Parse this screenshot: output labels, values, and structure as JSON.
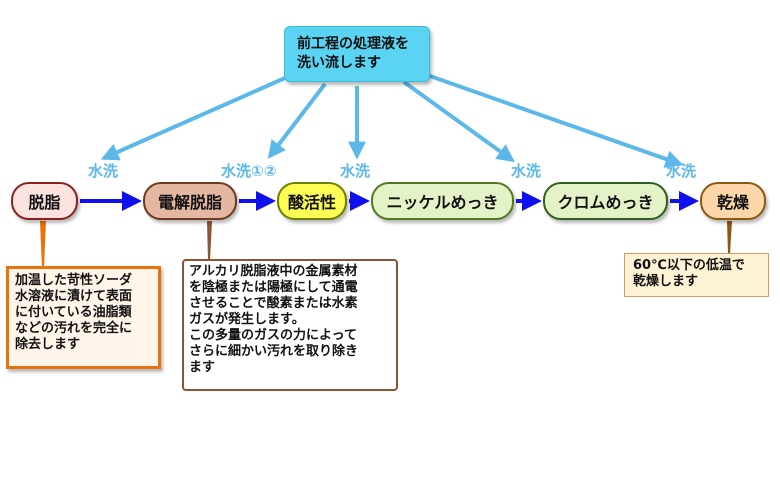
{
  "top_box": {
    "line1": "前工程の処理液を",
    "line2": "洗い流します"
  },
  "steps": [
    "脱脂",
    "電解脱脂",
    "酸活性",
    "ニッケルめっき",
    "クロムめっき",
    "乾燥"
  ],
  "rinse_labels": [
    "水洗",
    "水洗①②",
    "水洗",
    "水洗",
    "水洗"
  ],
  "notes": {
    "dassi": "加温した苛性ソーダ\n水溶液に漬けて表面\nに付いている油脂類\nなどの汚れを完全に\n除去します",
    "denkai": "アルカリ脱脂液中の金属素材\nを陰極または陽極にして通電\nさせることで酸素または水素\nガスが発生します。\nこの多量のガスの力によって\nさらに細かい汚れを取り除き\nます",
    "kanso": "60℃以下の低温で\n乾燥します"
  },
  "colors": {
    "rinse_arrow": "#5bb8e8",
    "flow_arrow": "#1010ee",
    "top_box": "#5bd3f3"
  }
}
